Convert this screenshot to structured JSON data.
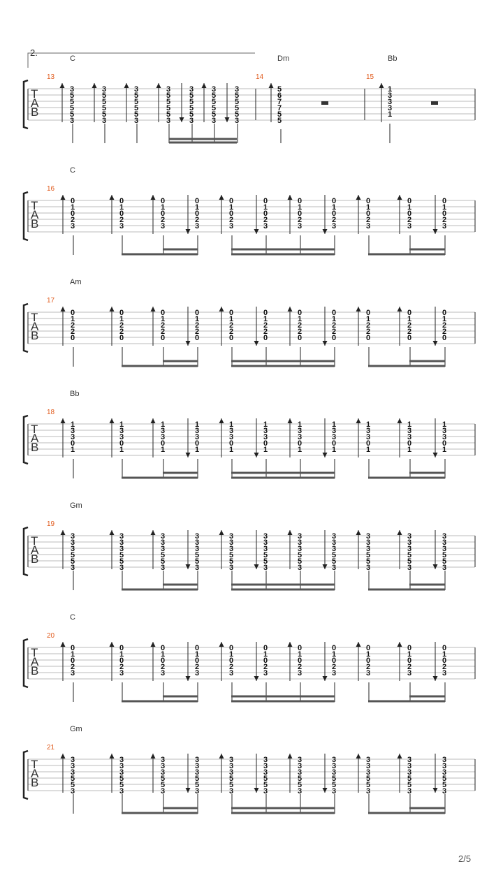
{
  "page_number": "2/5",
  "volta_label": "2.",
  "systems": [
    {
      "measures": [
        {
          "number": "13",
          "chord": "C",
          "beats": [
            {
              "dir": "up",
              "frets": [
                "3",
                "5",
                "5",
                "5",
                "5",
                "3"
              ]
            },
            {
              "dir": "up",
              "frets": [
                "3",
                "5",
                "5",
                "5",
                "5",
                "3"
              ]
            },
            {
              "dir": "up",
              "frets": [
                "3",
                "5",
                "5",
                "5",
                "5",
                "3"
              ]
            },
            {
              "dir": "up",
              "frets": [
                "3",
                "5",
                "5",
                "5",
                "5",
                "3"
              ]
            },
            {
              "dir": "down",
              "frets": [
                "3",
                "5",
                "5",
                "5",
                "5",
                "3"
              ]
            },
            {
              "dir": "up",
              "frets": [
                "3",
                "5",
                "5",
                "5",
                "5",
                "3"
              ]
            },
            {
              "dir": "down",
              "frets": [
                "3",
                "5",
                "5",
                "5",
                "5",
                "3"
              ]
            }
          ]
        },
        {
          "number": "14",
          "chord": "Dm",
          "beats": [
            {
              "dir": "up",
              "frets": [
                "5",
                "6",
                "7",
                "7",
                "5",
                "5"
              ]
            }
          ]
        },
        {
          "number": "15",
          "chord": "Bb",
          "beats": [
            {
              "dir": "up",
              "frets": [
                "1",
                "3",
                "3",
                "3",
                "1",
                ""
              ]
            }
          ]
        }
      ]
    },
    {
      "measures": [
        {
          "number": "16",
          "chord": "C",
          "frets": [
            "0",
            "1",
            "0",
            "2",
            "3",
            ""
          ]
        }
      ]
    },
    {
      "measures": [
        {
          "number": "17",
          "chord": "Am",
          "frets": [
            "0",
            "1",
            "2",
            "2",
            "0",
            ""
          ]
        }
      ]
    },
    {
      "measures": [
        {
          "number": "18",
          "chord": "Bb",
          "frets": [
            "1",
            "3",
            "3",
            "0",
            "1",
            ""
          ]
        }
      ]
    },
    {
      "measures": [
        {
          "number": "19",
          "chord": "Gm",
          "frets": [
            "3",
            "3",
            "3",
            "5",
            "5",
            "3"
          ]
        }
      ]
    },
    {
      "measures": [
        {
          "number": "20",
          "chord": "C",
          "frets": [
            "0",
            "1",
            "0",
            "2",
            "3",
            ""
          ]
        }
      ]
    },
    {
      "measures": [
        {
          "number": "21",
          "chord": "Gm",
          "frets": [
            "3",
            "3",
            "3",
            "5",
            "5",
            "3"
          ]
        }
      ]
    }
  ]
}
